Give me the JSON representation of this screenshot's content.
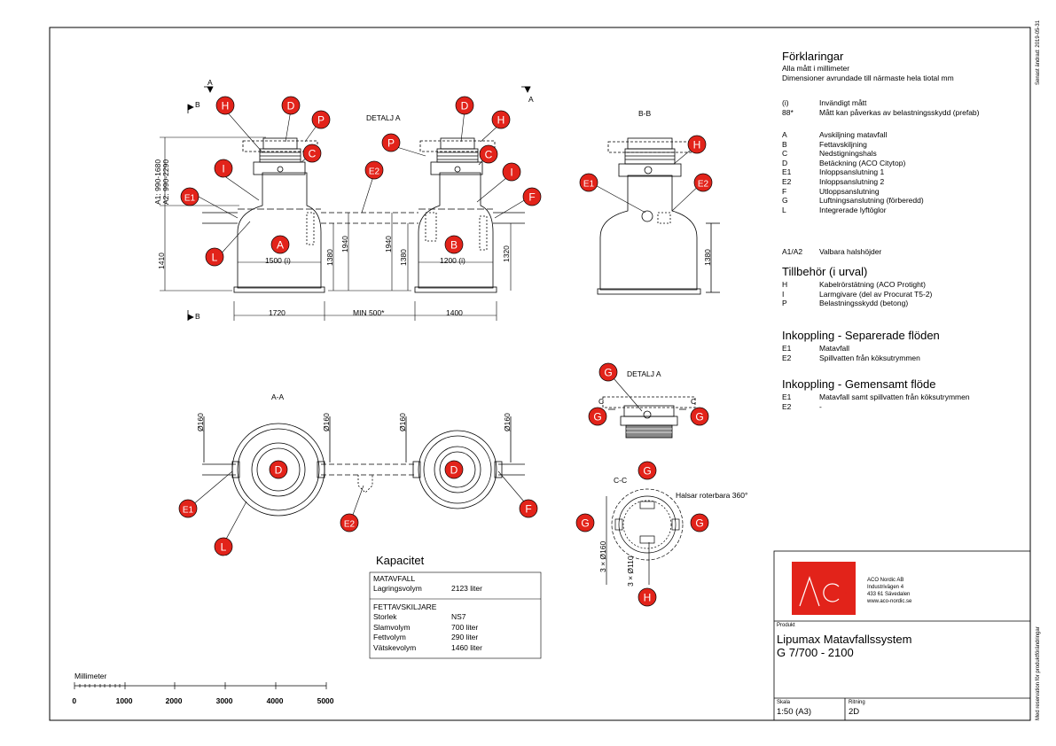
{
  "legend": {
    "title": "Förklaringar",
    "line1": "Alla mått i millimeter",
    "line2": "Dimensioner avrundade till närmaste hela tiotal mm",
    "notes": [
      {
        "code": "(i)",
        "text": "Invändigt mått"
      },
      {
        "code": "88*",
        "text": "Mått kan påverkas av belastningsskydd (prefab)"
      }
    ],
    "items": [
      {
        "code": "A",
        "text": "Avskiljning matavfall"
      },
      {
        "code": "B",
        "text": "Fettavskiljning"
      },
      {
        "code": "C",
        "text": "Nedstigningshals"
      },
      {
        "code": "D",
        "text": "Betäckning (ACO Citytop)"
      },
      {
        "code": "E1",
        "text": "Inloppsanslutning 1"
      },
      {
        "code": "E2",
        "text": "Inloppsanslutning 2"
      },
      {
        "code": "F",
        "text": "Utloppsanslutning"
      },
      {
        "code": "G",
        "text": "Luftningsanslutning (förberedd)"
      },
      {
        "code": "L",
        "text": "Integrerade lyftöglor"
      }
    ],
    "a1a2": {
      "code": "A1/A2",
      "text": "Valbara halshöjder"
    }
  },
  "accessories": {
    "title": "Tillbehör (i urval)",
    "items": [
      {
        "code": "H",
        "text": "Kabelrörstätning (ACO Protight)"
      },
      {
        "code": "I",
        "text": "Larmgivare (del av Procurat T5-2)"
      },
      {
        "code": "P",
        "text": "Belastningsskydd (betong)"
      }
    ]
  },
  "sep": {
    "title": "Inkoppling - Separerade flöden",
    "items": [
      {
        "code": "E1",
        "text": "Matavfall"
      },
      {
        "code": "E2",
        "text": "Spillvatten från köksutrymmen"
      }
    ]
  },
  "common": {
    "title": "Inkoppling - Gemensamt flöde",
    "items": [
      {
        "code": "E1",
        "text": "Matavfall samt spillvatten från köksutrymmen"
      },
      {
        "code": "E2",
        "text": "-"
      }
    ]
  },
  "capacity": {
    "title": "Kapacitet",
    "group1": "MATAVFALL",
    "rows1": [
      {
        "label": "Lagringsvolym",
        "value": "2123 liter"
      }
    ],
    "group2": "FETTAVSKILJARE",
    "rows2": [
      {
        "label": "Storlek",
        "value": "NS7"
      },
      {
        "label": "Slamvolym",
        "value": "700 liter"
      },
      {
        "label": "Fettvolym",
        "value": "290 liter"
      },
      {
        "label": "Vätskevolym",
        "value": "1460 liter"
      }
    ]
  },
  "scale_bar": {
    "title": "Millimeter",
    "labels": [
      "0",
      "1000",
      "2000",
      "3000",
      "4000",
      "5000"
    ]
  },
  "title_block": {
    "company_lines": [
      "ACO Nordic AB",
      "Industrivägen 4",
      "433 61  Sävedalen",
      "www.aco-nordic.se"
    ],
    "logo_text": "ACO",
    "product_label": "Produkt",
    "product_name": "Lipumax Matavfallssystem",
    "product_code": "G 7/700 - 2100",
    "scale_label": "Skala",
    "scale_value": "1:50 (A3)",
    "drawing_label": "Ritning",
    "drawing_value": "2D",
    "brand_color": "#e2231a"
  },
  "side_notes": {
    "date": "Senast ändrad: 2019-05-31",
    "reservation": "Med reservation för produktförändringar"
  },
  "views": {
    "detail_a": "DETALJ A",
    "bb": "B-B",
    "aa": "A-A",
    "cc": "C-C",
    "rotate_note": "Halsar roterbara 360°",
    "sec_a": "A",
    "sec_b": "B",
    "sec_c": "C"
  },
  "dims": {
    "a1": "A1: 990-1680",
    "a2": "A2: 990-2290",
    "d1410": "1410",
    "d1380": "1380",
    "d1940": "1940",
    "d1320": "1320",
    "d1500": "1500 (i)",
    "d1200": "1200 (i)",
    "d1720": "1720",
    "dmin": "MIN 500*",
    "d1400": "1400",
    "d160": "Ø160",
    "d3x160": "3 × Ø160",
    "d3x110": "3 × Ø110"
  },
  "markers": {
    "A": "A",
    "B": "B",
    "C": "C",
    "D": "D",
    "E1": "E1",
    "E2": "E2",
    "F": "F",
    "G": "G",
    "H": "H",
    "I": "I",
    "L": "L",
    "P": "P"
  }
}
